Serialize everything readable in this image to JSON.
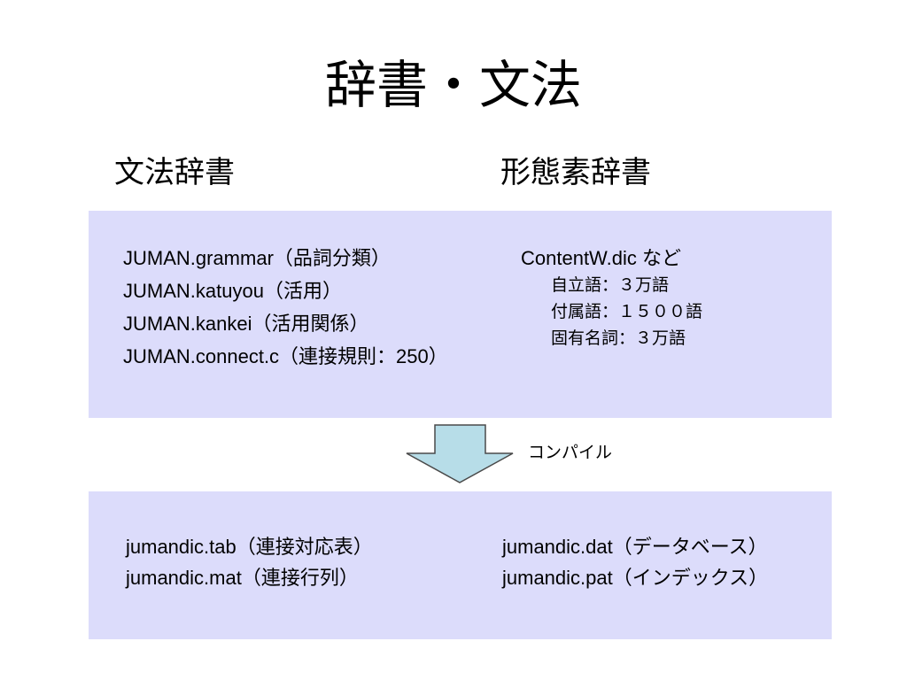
{
  "slide": {
    "title": "辞書・文法",
    "left_heading": "文法辞書",
    "right_heading": "形態素辞書"
  },
  "grammar_files": [
    "JUMAN.grammar（品詞分類）",
    "JUMAN.katuyou（活用）",
    "JUMAN.kankei（活用関係）",
    "JUMAN.connect.c（連接規則：250）"
  ],
  "morph_dict": {
    "header": "ContentW.dic など",
    "items": [
      "自立語：３万語",
      "付属語：１５００語",
      "固有名詞：３万語"
    ]
  },
  "arrow": {
    "label": "コンパイル",
    "fill": "#b7dde8",
    "stroke": "#4a4a4a"
  },
  "output_files": {
    "left": [
      "jumandic.tab（連接対応表）",
      "jumandic.mat（連接行列）"
    ],
    "right": [
      "jumandic.dat（データベース）",
      "jumandic.pat（インデックス）"
    ]
  },
  "colors": {
    "panel_fill": "#dcdcfb"
  }
}
